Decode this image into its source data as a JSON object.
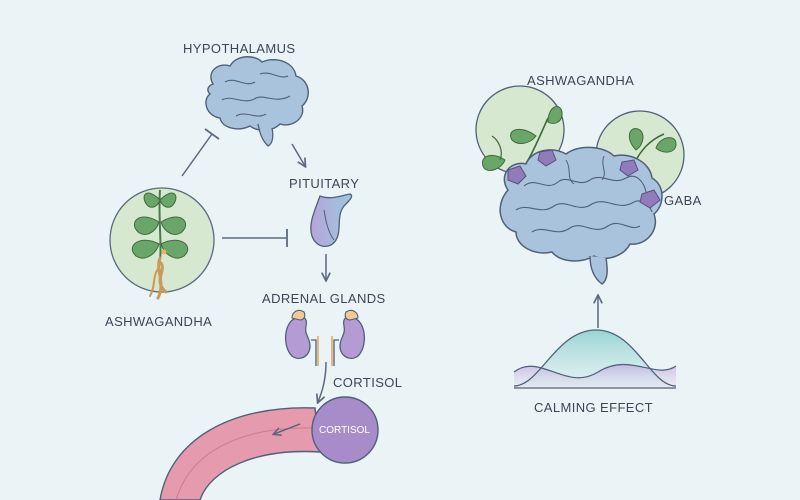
{
  "labels": {
    "hypothalamus": "HYPOTHALAMUS",
    "pituitary": "PITUITARY",
    "adrenal_glands": "ADRENAL GLANDS",
    "cortisol": "CORTISOL",
    "cortisol_disc": "CORTISOL",
    "ashwagandha_left": "ASHWAGANDHA",
    "ashwagandha_right": "ASHWAGANDHA",
    "gaba": "GABA",
    "calming_effect": "CALMING EFFECT"
  },
  "colors": {
    "background": "#eaf3f6",
    "outline": "#5a6b7d",
    "brain_fill": "#a9c3dc",
    "leaf_green": "#6aa56a",
    "herb_circle": "#d6e8cf",
    "adrenal_purple": "#b59bd4",
    "adrenal_cap": "#f4c98c",
    "vessel_pink": "#e59aad",
    "cortisol_disc": "#a88cc9",
    "receptor_purple": "#8f7cb8",
    "wave_blue": "#8cc9cf",
    "wave_purple": "#b9a4d6"
  },
  "icons": {
    "hypothalamus": "brain-icon",
    "pituitary": "pituitary-gland-icon",
    "adrenal": "kidney-adrenal-icon",
    "herb": "ashwagandha-plant-icon",
    "large_brain": "brain-with-receptors-icon"
  }
}
